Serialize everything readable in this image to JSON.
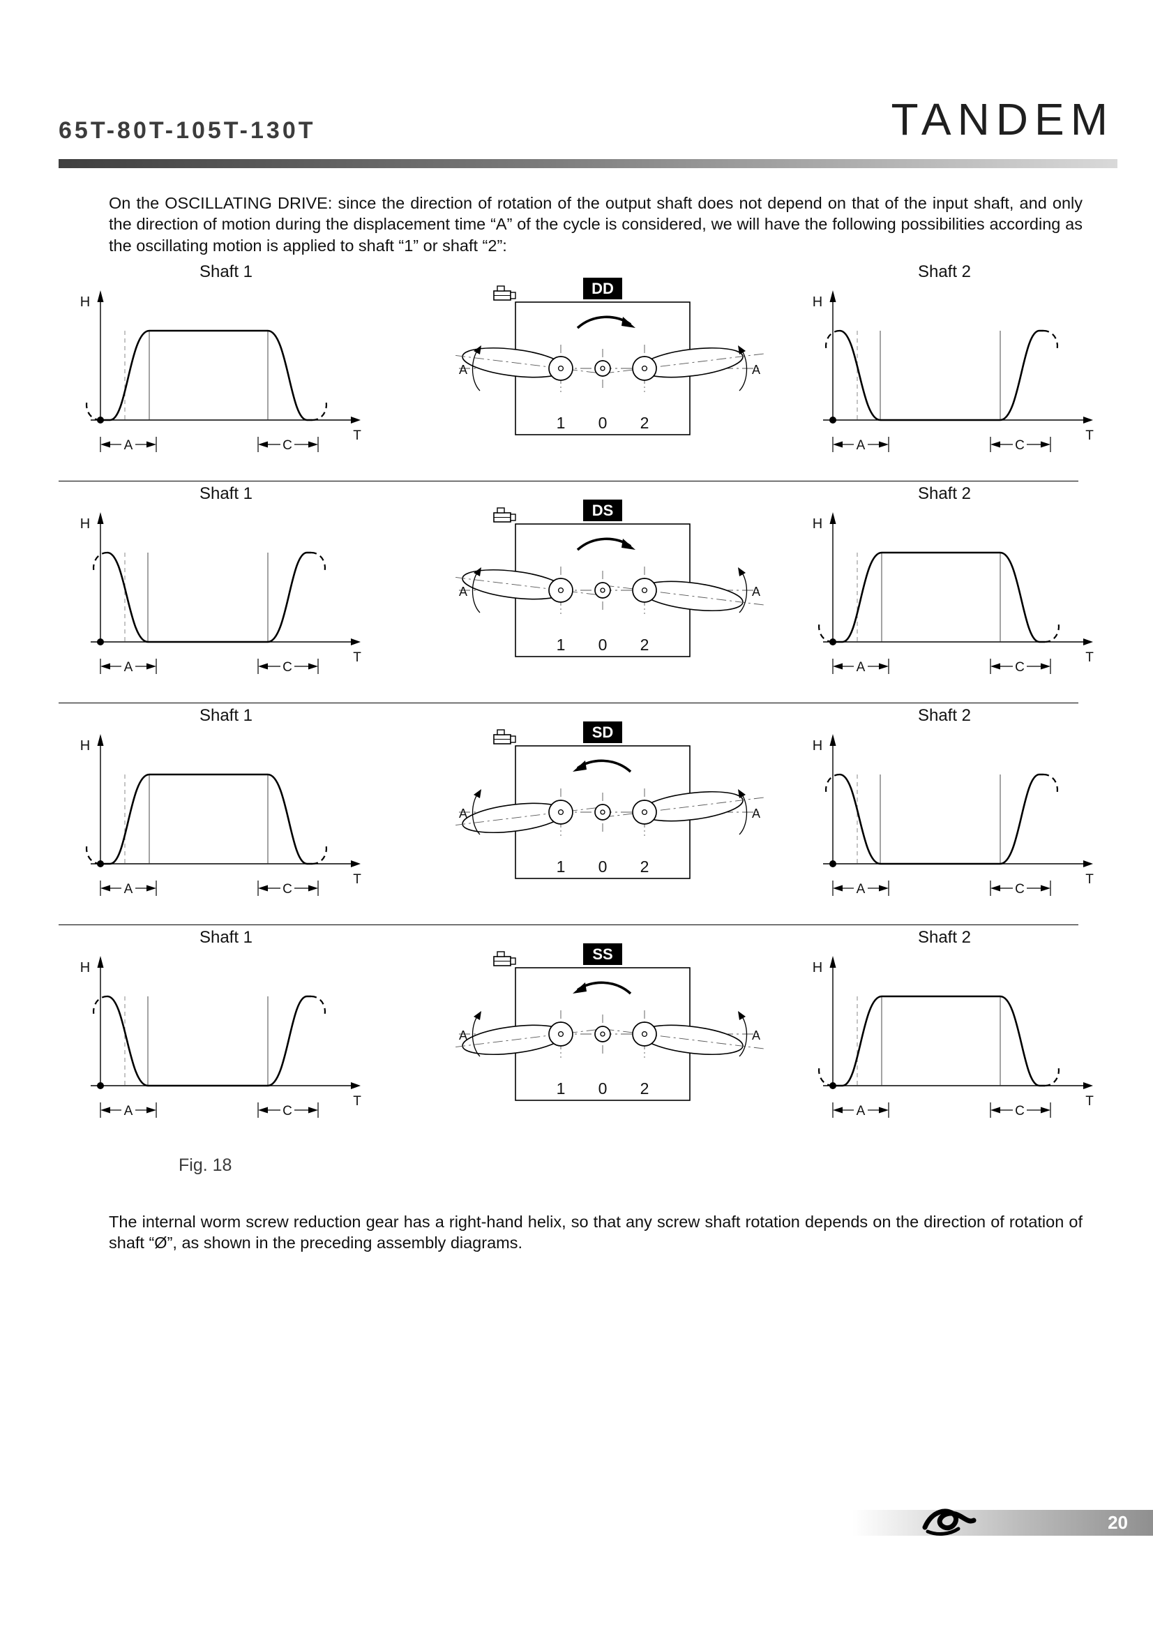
{
  "header": {
    "models": "65T-80T-105T-130T",
    "brand": "TANDEM"
  },
  "intro": {
    "text": "On the OSCILLATING DRIVE: since the direction of rotation of the output shaft does not depend on that of the input shaft, and only the direction of motion during the displacement time “A” of the cycle is considered, we will have the following possibilities according as the oscillating motion is applied to shaft “1” or shaft “2”:"
  },
  "labels": {
    "shaft1": "Shaft 1",
    "shaft2": "Shaft 2",
    "h": "H",
    "t": "T",
    "a": "A",
    "c": "C",
    "p1": "1",
    "p0": "0",
    "p2": "2"
  },
  "rows": [
    {
      "mode": "DD"
    },
    {
      "mode": "DS"
    },
    {
      "mode": "SD"
    },
    {
      "mode": "SS"
    }
  ],
  "figure": {
    "caption": "Fig. 18"
  },
  "outro": {
    "text": "The internal worm screw reduction gear has a right-hand helix, so that any screw shaft rotation depends on the direction of rotation of shaft “Ø”, as shown in the preceding assembly diagrams."
  },
  "footer": {
    "page": "20"
  },
  "colors": {
    "accent": "#000000",
    "bar_dark": "#3f3f3f",
    "bar_light": "#d9d9d9"
  }
}
